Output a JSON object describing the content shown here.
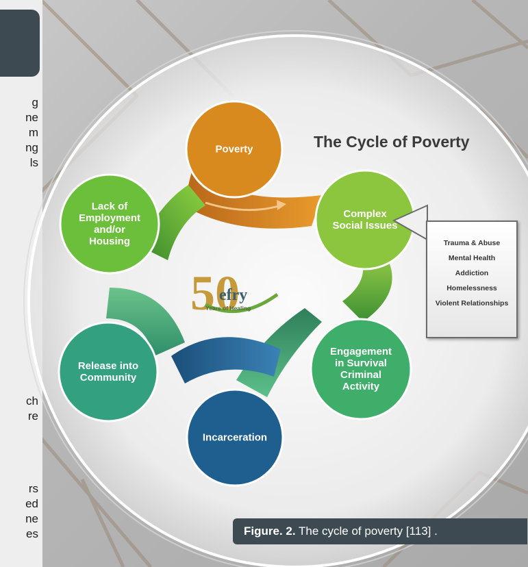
{
  "left_fragments": [
    "g",
    "ne",
    "m",
    "ng",
    "ls",
    "ch",
    "re",
    "rs",
    "ed",
    "ne",
    "es"
  ],
  "diagram": {
    "title": "The Cycle of Poverty",
    "nodes": [
      {
        "id": "poverty",
        "label": "Poverty",
        "color": "#d98a1f"
      },
      {
        "id": "complex",
        "label": "Complex\nSocial Issues",
        "color": "#8cc63f"
      },
      {
        "id": "engagement",
        "label": "Engagement\nin Survival\nCriminal\nActivity",
        "color": "#3fae6a"
      },
      {
        "id": "incarceration",
        "label": "Incarceration",
        "color": "#1f5f8f"
      },
      {
        "id": "release",
        "label": "Release into\nCommunity",
        "color": "#33a080"
      },
      {
        "id": "lack",
        "label": "Lack of\nEmployment\nand/or\nHousing",
        "color": "#6cbf3a"
      }
    ],
    "callout_items": [
      "Trauma & Abuse",
      "Mental Health",
      "Addiction",
      "Homelessness",
      "Violent Relationships"
    ],
    "logo": {
      "number": "50",
      "name": "efry",
      "tagline": "Years of Healing"
    }
  },
  "caption": {
    "prefix": "Figure. 2.",
    "text": " The cycle of poverty [113] ."
  }
}
